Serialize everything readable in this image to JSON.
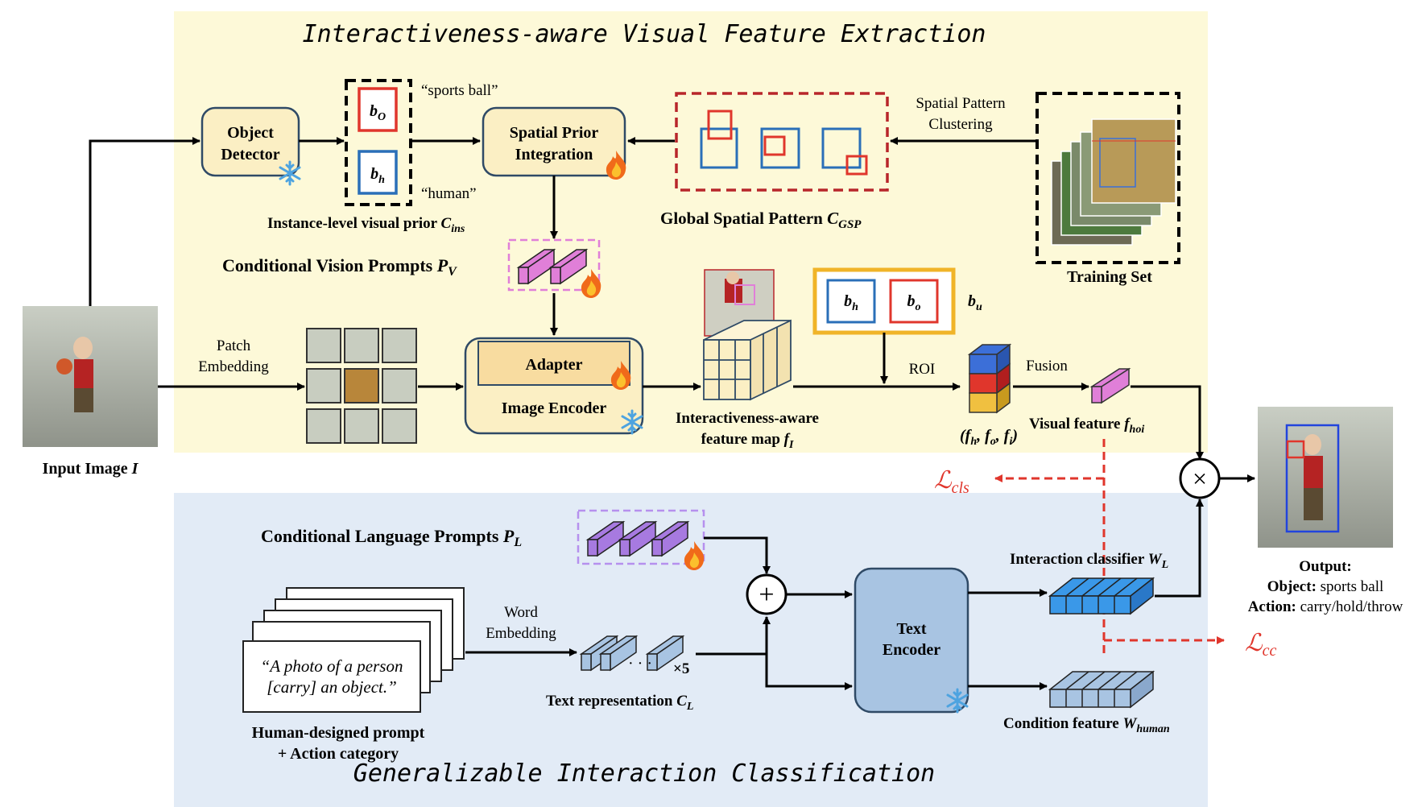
{
  "top_panel": {
    "title": "Interactiveness-aware Visual Feature Extraction"
  },
  "bottom_panel": {
    "title": "Generalizable Interaction Classification"
  },
  "input": {
    "label": "Input Image",
    "symbol": "I"
  },
  "object_detector": {
    "line1": "Object",
    "line2": "Detector"
  },
  "instance_prior": {
    "bo": "b",
    "bo_sub": "O",
    "bh": "b",
    "bh_sub": "h",
    "quote_object": "“sports ball”",
    "quote_human": "“human”",
    "label": "Instance-level visual prior",
    "symbol": "C",
    "symbol_sub": "ins"
  },
  "spatial_prior": {
    "line1": "Spatial Prior",
    "line2": "Integration"
  },
  "gsp": {
    "label": "Global Spatial Pattern",
    "symbol": "C",
    "symbol_sub": "GSP"
  },
  "clustering": {
    "line1": "Spatial Pattern",
    "line2": "Clustering"
  },
  "training_set": {
    "label": "Training Set"
  },
  "vision_prompts": {
    "label": "Conditional Vision Prompts",
    "symbol": "P",
    "symbol_sub": "V"
  },
  "patch_embedding": {
    "line1": "Patch",
    "line2": "Embedding"
  },
  "image_encoder": {
    "adapter": "Adapter",
    "label": "Image Encoder"
  },
  "feature_map": {
    "line1": "Interactiveness-aware",
    "line2": "feature map",
    "symbol": "f",
    "symbol_sub": "I"
  },
  "roi_boxes": {
    "bh": "b",
    "bh_sub": "h",
    "bo": "b",
    "bo_sub": "o",
    "bu": "b",
    "bu_sub": "u"
  },
  "roi": {
    "label": "ROI"
  },
  "triple": {
    "label": "(f",
    "h": "h",
    "o": "o",
    "i": "i"
  },
  "fusion": {
    "label": "Fusion"
  },
  "visual_feature": {
    "label": "Visual feature",
    "symbol": "f",
    "symbol_sub": "hoi"
  },
  "loss_cls": {
    "symbol": "ℒ",
    "sub": "cls"
  },
  "loss_cc": {
    "symbol": "ℒ",
    "sub": "cc"
  },
  "output": {
    "title": "Output:",
    "object_label": "Object:",
    "object_value": "sports ball",
    "action_label": "Action:",
    "action_value": "carry/hold/throw"
  },
  "language_prompts": {
    "label": "Conditional Language Prompts",
    "symbol": "P",
    "symbol_sub": "L"
  },
  "prompt_card": {
    "line1": "“A photo of a person",
    "line2": "[carry] an object.”"
  },
  "prompt_caption": {
    "line1": "Human-designed prompt",
    "line2": "+ Action category"
  },
  "word_embedding": {
    "line1": "Word",
    "line2": "Embedding"
  },
  "text_rep": {
    "label": "Text representation",
    "symbol": "C",
    "symbol_sub": "L",
    "times": "×5",
    "dots": "· · ·"
  },
  "text_encoder": {
    "line1": "Text",
    "line2": "Encoder"
  },
  "interaction_classifier": {
    "label": "Interaction classifier",
    "symbol": "W",
    "symbol_sub": "L"
  },
  "condition_feature": {
    "label": "Condition feature",
    "symbol": "W",
    "symbol_sub": "human"
  },
  "operators": {
    "plus": "+",
    "times": "×"
  },
  "colors": {
    "top_bg": "#fdf9d8",
    "bottom_bg": "#e2ebf6",
    "red": "#e0362c",
    "blue": "#2a6fb8",
    "module_fill": "#fbefc4",
    "encoder_fill": "#a8c4e2",
    "pink": "#e07fd8",
    "purple": "#a77ae0",
    "snow": "#4da3e0",
    "fire": "#f06a1a"
  },
  "icons": [
    "snowflake-icon",
    "fire-icon",
    "camera-photo"
  ]
}
